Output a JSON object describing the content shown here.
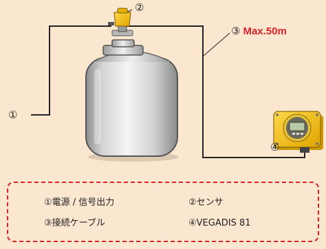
{
  "callouts": {
    "power": "①",
    "sensor": "②",
    "cable": "③",
    "cable_max": "Max.50m",
    "display": "④"
  },
  "legend": {
    "items": [
      "①電源 / 信号出力",
      "②センサ",
      "③接続ケーブル",
      "④VEGADIS 81"
    ]
  },
  "colors": {
    "background": "#fbe6cf",
    "accent_red": "#d8232a",
    "sensor_yellow": "#f2b705",
    "wire": "#222222"
  },
  "icons": [
    "pressure-tank",
    "radar-sensor",
    "vegadis-display-unit"
  ]
}
